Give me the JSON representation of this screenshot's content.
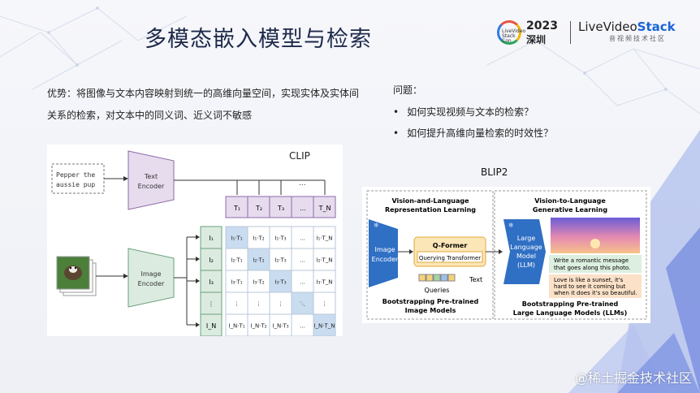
{
  "slide": {
    "title": "多模态嵌入模型与检索",
    "logo": {
      "emblem_text": "LiveVideo Stack Con",
      "year": "2023",
      "city": "深圳",
      "brand_prefix": "L",
      "brand_main": "iveVideo",
      "brand_suffix": "Stack",
      "tagline": "音视频技术社区"
    },
    "advantage": "优势：将图像与文本内容映射到统一的高维向量空间，实现实体及实体间关系的检索，对文本中的同义词、近义词不敏感",
    "question_title": "问题：",
    "questions": [
      "如何实现视频与文本的检索？",
      "如何提升高维向量检索的时效性？"
    ],
    "watermark": "@稀土掘金技术社区"
  },
  "clip": {
    "label": "CLIP",
    "text_input": [
      "Pepper the",
      "aussie pup"
    ],
    "text_encoder": [
      "Text",
      "Encoder"
    ],
    "image_encoder": [
      "Image",
      "Encoder"
    ],
    "t_labels": [
      "T₁",
      "T₂",
      "T₃",
      "...",
      "T_N"
    ],
    "i_labels": [
      "I₁",
      "I₂",
      "I₃",
      "⋮",
      "I_N"
    ],
    "rows": [
      [
        "I₁·T₁",
        "I₁·T₂",
        "I₁·T₃",
        "...",
        "I₁·T_N"
      ],
      [
        "I₂·T₁",
        "I₂·T₂",
        "I₂·T₃",
        "...",
        "I₂·T_N"
      ],
      [
        "I₃·T₁",
        "I₃·T₂",
        "I₃·T₃",
        "...",
        "I₃·T_N"
      ],
      [
        "⋮",
        "⋮",
        "⋮",
        "⋱",
        "⋮"
      ],
      [
        "I_N·T₁",
        "I_N·T₂",
        "I_N·T₃",
        "...",
        "I_N·T_N"
      ]
    ],
    "colors": {
      "encoder_text": "#e7dcee",
      "encoder_text_border": "#8e6aa8",
      "encoder_image": "#dcebe0",
      "encoder_image_border": "#6aa07c",
      "t_box": "#e7dcee",
      "i_box": "#dcebe0",
      "diag": "#c9dcf0"
    }
  },
  "blip2": {
    "label": "BLIP2",
    "left_title": [
      "Vision-and-Language",
      "Representation Learning"
    ],
    "right_title": [
      "Vision-to-Language",
      "Generative Learning"
    ],
    "image_encoder": [
      "Image",
      "Encoder"
    ],
    "qformer_title": "Q-Former",
    "qformer_sub": "Querying Transformer",
    "queries_label": "Queries",
    "text_label": "Text",
    "llm": [
      "Large",
      "Language",
      "Model",
      "(LLM)"
    ],
    "prompt": [
      "Write a romantic message",
      "that goes along this photo."
    ],
    "response": [
      "Love is like a sunset, it's",
      "hard to see it coming but",
      "when it does it's so beautiful."
    ],
    "left_caption": [
      "Bootstrapping Pre-trained",
      "Image Models"
    ],
    "right_caption": [
      "Bootstrapping Pre-trained",
      "Large Language Models (LLMs)"
    ],
    "colors": {
      "encoder": "#2f6fc4",
      "qformer": "#fbe6b7",
      "qformer_border": "#e0a83b",
      "prompt_bg": "#dcefe0",
      "response_bg": "#fbe1c8"
    }
  }
}
